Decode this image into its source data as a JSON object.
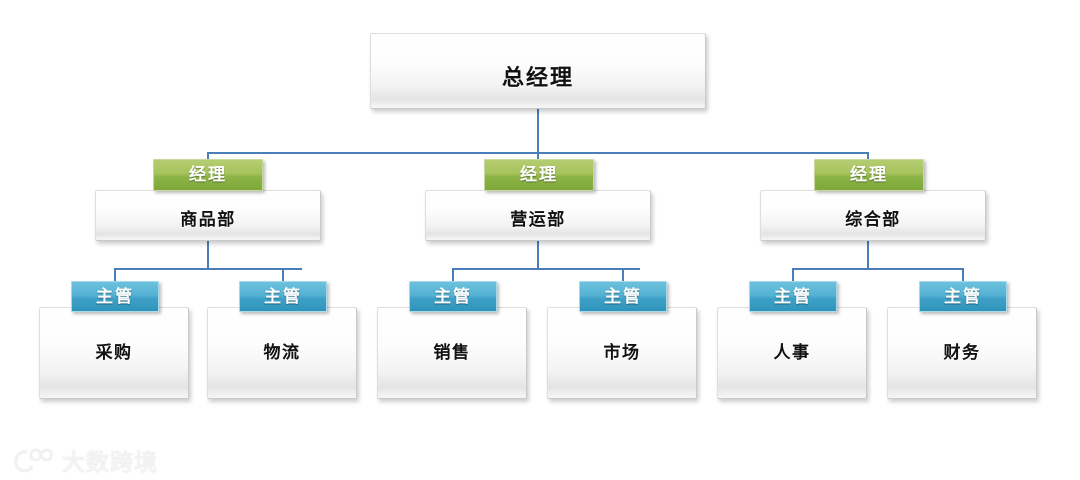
{
  "chart": {
    "type": "org-chart",
    "connector_color": "#4a7ebb",
    "background": "#ffffff",
    "levels": [
      {
        "level": 1,
        "badge_color": null,
        "nodes": [
          {
            "title": "总经理",
            "badge": null
          }
        ]
      },
      {
        "level": 2,
        "badge_color": "#8db446",
        "nodes": [
          {
            "title": "商品部",
            "badge": "经理"
          },
          {
            "title": "营运部",
            "badge": "经理"
          },
          {
            "title": "综合部",
            "badge": "经理"
          }
        ]
      },
      {
        "level": 3,
        "badge_color": "#3ea0c6",
        "nodes": [
          {
            "title": "采购",
            "badge": "主管",
            "parent": "商品部"
          },
          {
            "title": "物流",
            "badge": "主管",
            "parent": "商品部"
          },
          {
            "title": "销售",
            "badge": "主管",
            "parent": "营运部"
          },
          {
            "title": "市场",
            "badge": "主管",
            "parent": "营运部"
          },
          {
            "title": "人事",
            "badge": "主管",
            "parent": "综合部"
          },
          {
            "title": "财务",
            "badge": "主管",
            "parent": "综合部"
          }
        ]
      }
    ]
  },
  "watermark": {
    "text": "大数跨境",
    "logo_icon": "dashu-logo-icon"
  }
}
